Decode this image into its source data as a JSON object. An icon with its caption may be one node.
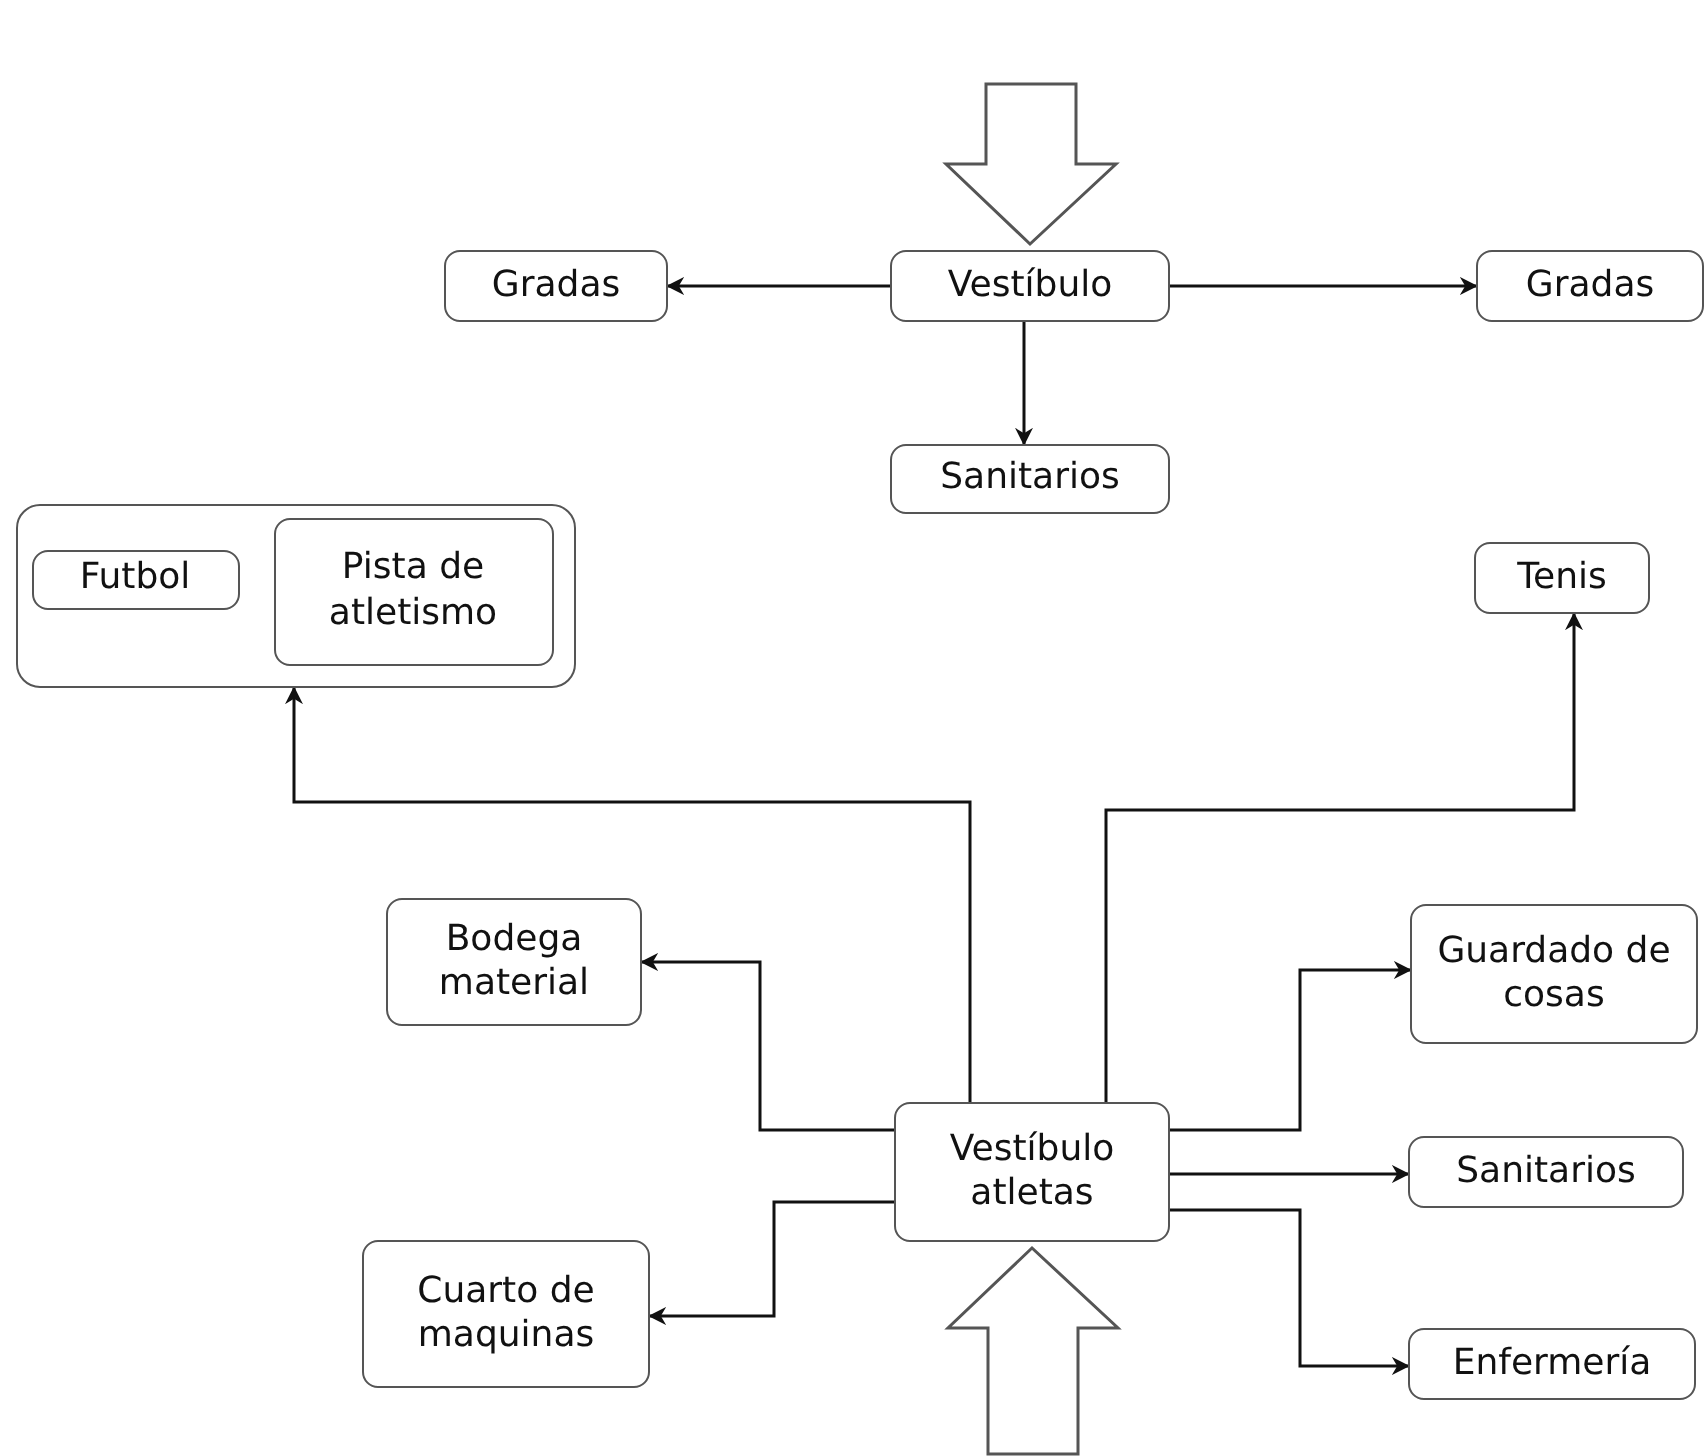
{
  "diagram": {
    "nodes": [
      {
        "text": [
          "Vestíbulo"
        ]
      },
      {
        "text": [
          "Gradas"
        ]
      },
      {
        "text": [
          "Gradas"
        ]
      },
      {
        "text": [
          "Sanitarios"
        ]
      },
      {
        "text": [],
        "shape": "box"
      },
      {
        "text": [
          "Futbol"
        ],
        "in": 4
      },
      {
        "text": [
          "Pista de atletismo"
        ],
        "in": 4
      },
      {
        "text": [
          "Tenis"
        ]
      },
      {
        "text": [
          "Bodega material"
        ]
      },
      {
        "text": [
          "Guardado de cosas"
        ]
      },
      {
        "text": [
          "Vestíbulo atletas"
        ]
      },
      {
        "text": [
          "Sanitarios"
        ]
      },
      {
        "text": [
          "Cuarto de maquinas"
        ]
      },
      {
        "text": [
          "Enfermería"
        ]
      }
    ],
    "edges": [
      {
        "from": null,
        "to": 0,
        "arrow": "to",
        "style": "thick"
      },
      {
        "from": 0,
        "to": 1,
        "arrow": "to"
      },
      {
        "from": 0,
        "to": 2,
        "arrow": "to"
      },
      {
        "from": 0,
        "to": 3,
        "arrow": "to"
      },
      {
        "from": 10,
        "to": 4,
        "arrow": "to"
      },
      {
        "from": 10,
        "to": 7,
        "arrow": "to"
      },
      {
        "from": 10,
        "to": 8,
        "arrow": "to"
      },
      {
        "from": 10,
        "to": 9,
        "arrow": "to"
      },
      {
        "from": 10,
        "to": 11,
        "arrow": "to"
      },
      {
        "from": 10,
        "to": 12,
        "arrow": "to"
      },
      {
        "from": 10,
        "to": 13,
        "arrow": "to"
      },
      {
        "from": null,
        "to": 10,
        "arrow": "to",
        "style": "thick"
      }
    ]
  }
}
